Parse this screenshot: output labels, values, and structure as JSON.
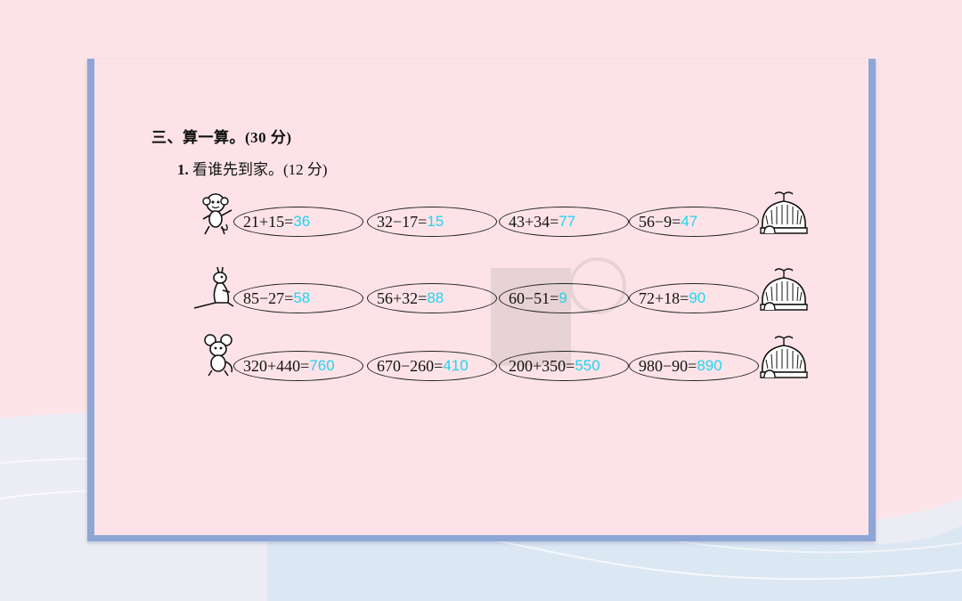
{
  "section": {
    "title": "三、算一算。(30 分)"
  },
  "question": {
    "number": "1.",
    "text": "看谁先到家。(12 分)"
  },
  "colors": {
    "answer": "#22d3ee",
    "frame": "#8ea6d6",
    "background": "#fde4e8"
  },
  "rows": [
    {
      "animal": "monkey-icon",
      "items": [
        {
          "expr": "21+15=",
          "ans": "36"
        },
        {
          "expr": "32−17=",
          "ans": "15"
        },
        {
          "expr": "43+34=",
          "ans": "77"
        },
        {
          "expr": "56−9=",
          "ans": "47"
        }
      ]
    },
    {
      "animal": "kangaroo-icon",
      "items": [
        {
          "expr": "85−27=",
          "ans": "58"
        },
        {
          "expr": "56+32=",
          "ans": "88"
        },
        {
          "expr": "60−51=",
          "ans": "9"
        },
        {
          "expr": "72+18=",
          "ans": "90"
        }
      ]
    },
    {
      "animal": "mouse-icon",
      "items": [
        {
          "expr": "320+440=",
          "ans": "760"
        },
        {
          "expr": "670−260=",
          "ans": "410"
        },
        {
          "expr": "200+350=",
          "ans": "550"
        },
        {
          "expr": "980−90=",
          "ans": "890"
        }
      ]
    }
  ]
}
